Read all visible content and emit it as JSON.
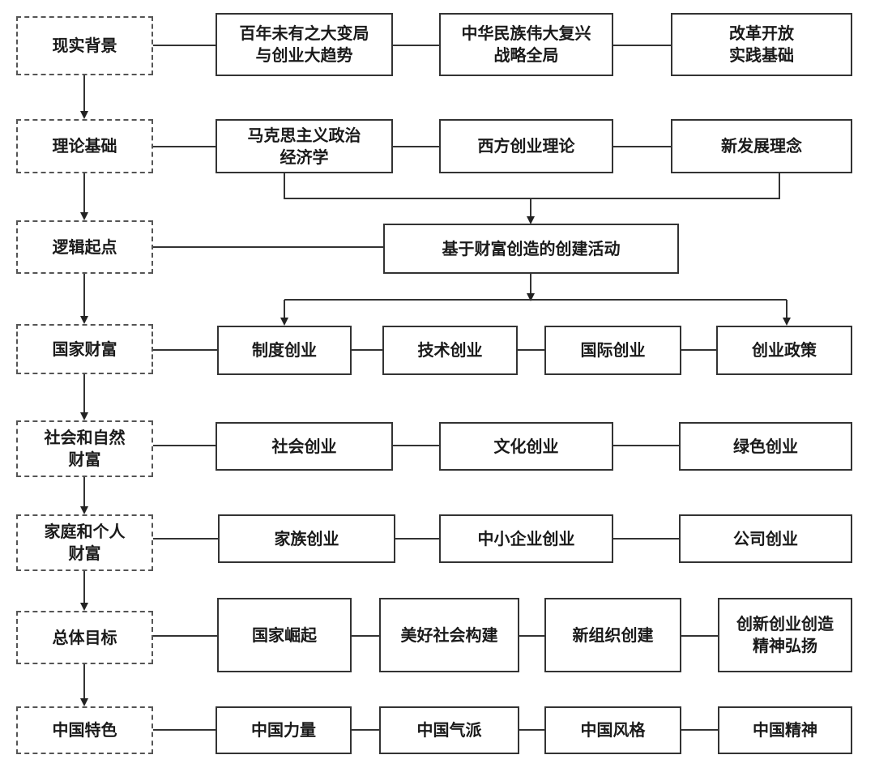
{
  "rows": [
    {
      "label": "现实背景",
      "items": [
        "百年未有之大变局\n与创业大趋势",
        "中华民族伟大复兴\n战略全局",
        "改革开放\n实践基础"
      ]
    },
    {
      "label": "理论基础",
      "items": [
        "马克思主义政治\n经济学",
        "西方创业理论",
        "新发展理念"
      ]
    },
    {
      "label": "逻辑起点",
      "items": [
        "基于财富创造的创建活动"
      ]
    },
    {
      "label": "国家财富",
      "items": [
        "制度创业",
        "技术创业",
        "国际创业",
        "创业政策"
      ]
    },
    {
      "label": "社会和自然\n财富",
      "items": [
        "社会创业",
        "文化创业",
        "绿色创业"
      ]
    },
    {
      "label": "家庭和个人\n财富",
      "items": [
        "家族创业",
        "中小企业创业",
        "公司创业"
      ]
    },
    {
      "label": "总体目标",
      "items": [
        "国家崛起",
        "美好社会构建",
        "新组织创建",
        "创新创业创造\n精神弘扬"
      ]
    },
    {
      "label": "中国特色",
      "items": [
        "中国力量",
        "中国气派",
        "中国风格",
        "中国精神"
      ]
    }
  ]
}
